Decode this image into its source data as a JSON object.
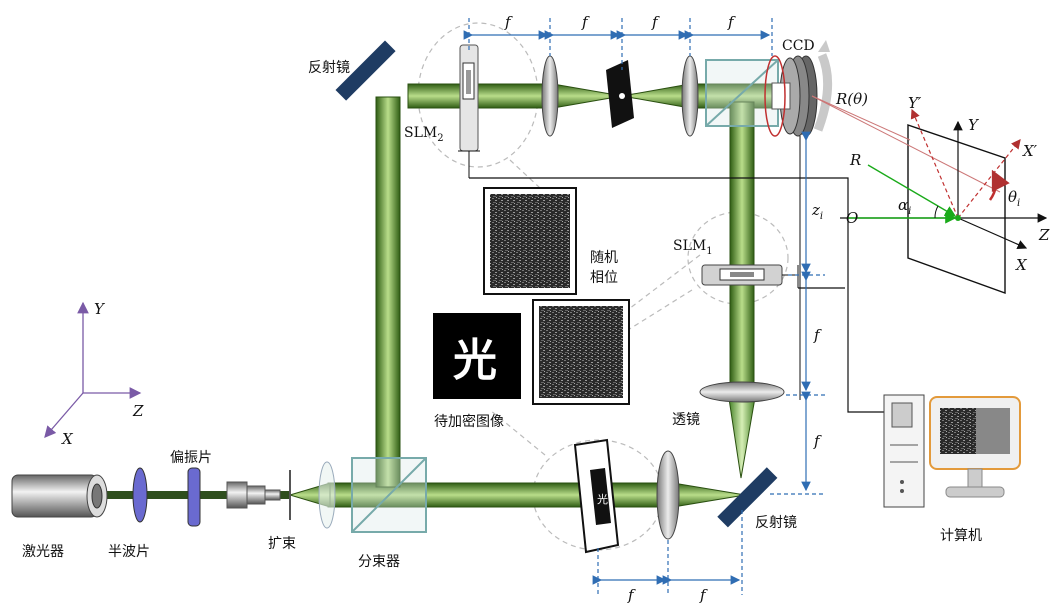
{
  "labels": {
    "mirror_top": "反射镜",
    "mirror_bottom": "反射镜",
    "slm2": "SLM",
    "slm2_sub": "2",
    "slm1": "SLM",
    "slm1_sub": "1",
    "ccd": "CCD",
    "rtheta": "R(θ)",
    "random_phase_line1": "随机",
    "random_phase_line2": "相位",
    "image_to_encrypt": "待加密图像",
    "image_char": "光",
    "lens": "透镜",
    "laser": "激光器",
    "half_wave": "半波片",
    "polarizer": "偏振片",
    "expander": "扩束",
    "beam_splitter": "分束器",
    "computer": "计算机"
  },
  "dims": {
    "f": "f",
    "zi": "z",
    "zi_sub": "i"
  },
  "axes_left": {
    "y": "Y",
    "z": "Z",
    "x": "X"
  },
  "inset": {
    "R": "R",
    "O": "O",
    "alpha": "α",
    "alpha_sub": "i",
    "theta": "θ",
    "theta_sub": "i",
    "Y": "Y",
    "Yp": "Y′",
    "X": "X",
    "Xp": "X′",
    "Z": "Z"
  },
  "colors": {
    "beam_dark": "#3a6a1a",
    "beam_light": "#b9dd8a",
    "beam_edge": "#2a5010",
    "mirror": "#1f3c63",
    "dim_blue": "#2f6db3",
    "green_ray": "#1aaa1a",
    "red_ray": "#b03030",
    "axis_purple": "#7a5aa6",
    "monitor_orange": "#e39a3b",
    "waveplate": "#6a6ad0"
  }
}
